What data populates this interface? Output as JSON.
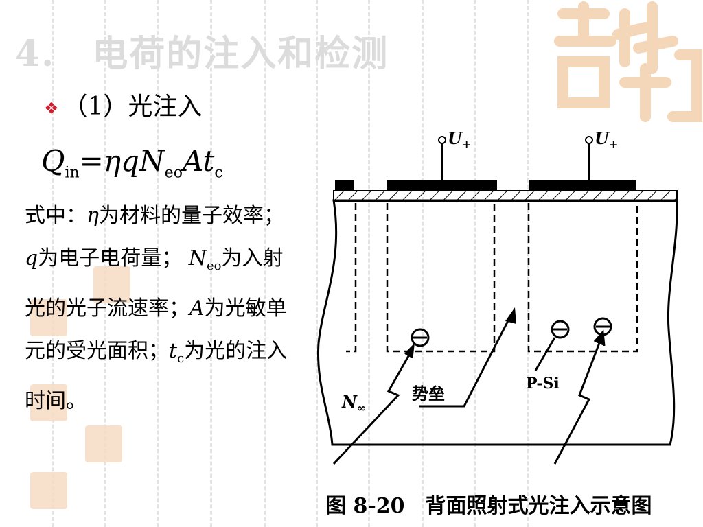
{
  "slide": {
    "title": "4.　电荷的注入和检测",
    "bullet": "（1）光注入"
  },
  "formula": {
    "Q": "Q",
    "sub_in": "in",
    "eq": "=",
    "eta": "η",
    "q": "q",
    "N": "N",
    "sub_eo": "eo",
    "A": "A",
    "t": "t",
    "sub_c": "c"
  },
  "paragraph": {
    "p1": "式中：",
    "eta": "η",
    "p2": "为材料的量子效率；",
    "q": "q",
    "p3": "为电子电荷量； ",
    "N": "N",
    "sub_eo": "eo",
    "p4": "为入射光的光子流速率；",
    "A": "A",
    "p5": "为光敏单元的受光面积；",
    "t": "t",
    "sub_c": "c",
    "p6": "为光的注入时间。"
  },
  "figure": {
    "u_label": "U",
    "u_sub": "+",
    "barrier_label": "势垒",
    "psi_label": "P-Si",
    "n_label": "N",
    "n_sub": "∞",
    "caption": "图 8-20　背面照射式光注入示意图"
  },
  "colors": {
    "bullet": "#cc1f2f",
    "title": "#dcdcdc",
    "seal": "#f6dcc3"
  }
}
